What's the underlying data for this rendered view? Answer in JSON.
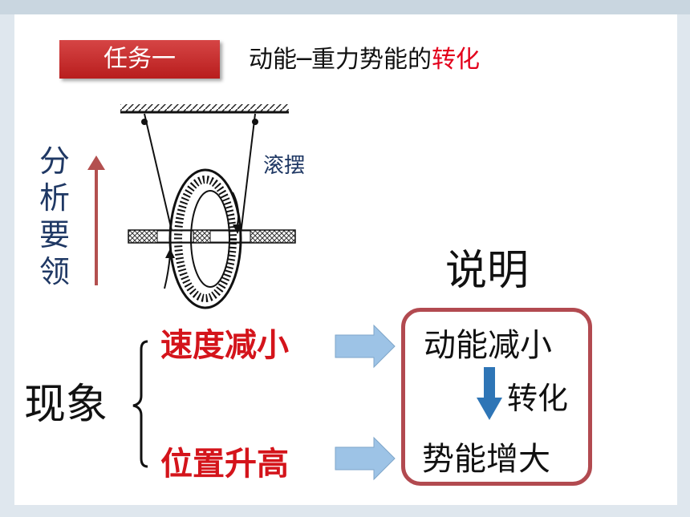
{
  "header": {
    "task_label": "任务一",
    "title_main": "动能─重力势能的",
    "title_highlight": "转化"
  },
  "figure": {
    "vertical_label": [
      "分",
      "析",
      "要",
      "领"
    ],
    "roll_label": "滚摆"
  },
  "explain": {
    "title": "说明",
    "kinetic_decrease": "动能减小",
    "conversion": "转化",
    "potential_increase": "势能增大"
  },
  "phenomenon": {
    "label": "现象",
    "speed_decrease": "速度减小",
    "position_rise": "位置升高"
  },
  "colors": {
    "accent_red": "#e3001b",
    "label_blue": "#1f3864",
    "box_border": "#b24a50",
    "arrow_fill": "#9dc3e6",
    "down_arrow": "#2e75b6"
  }
}
